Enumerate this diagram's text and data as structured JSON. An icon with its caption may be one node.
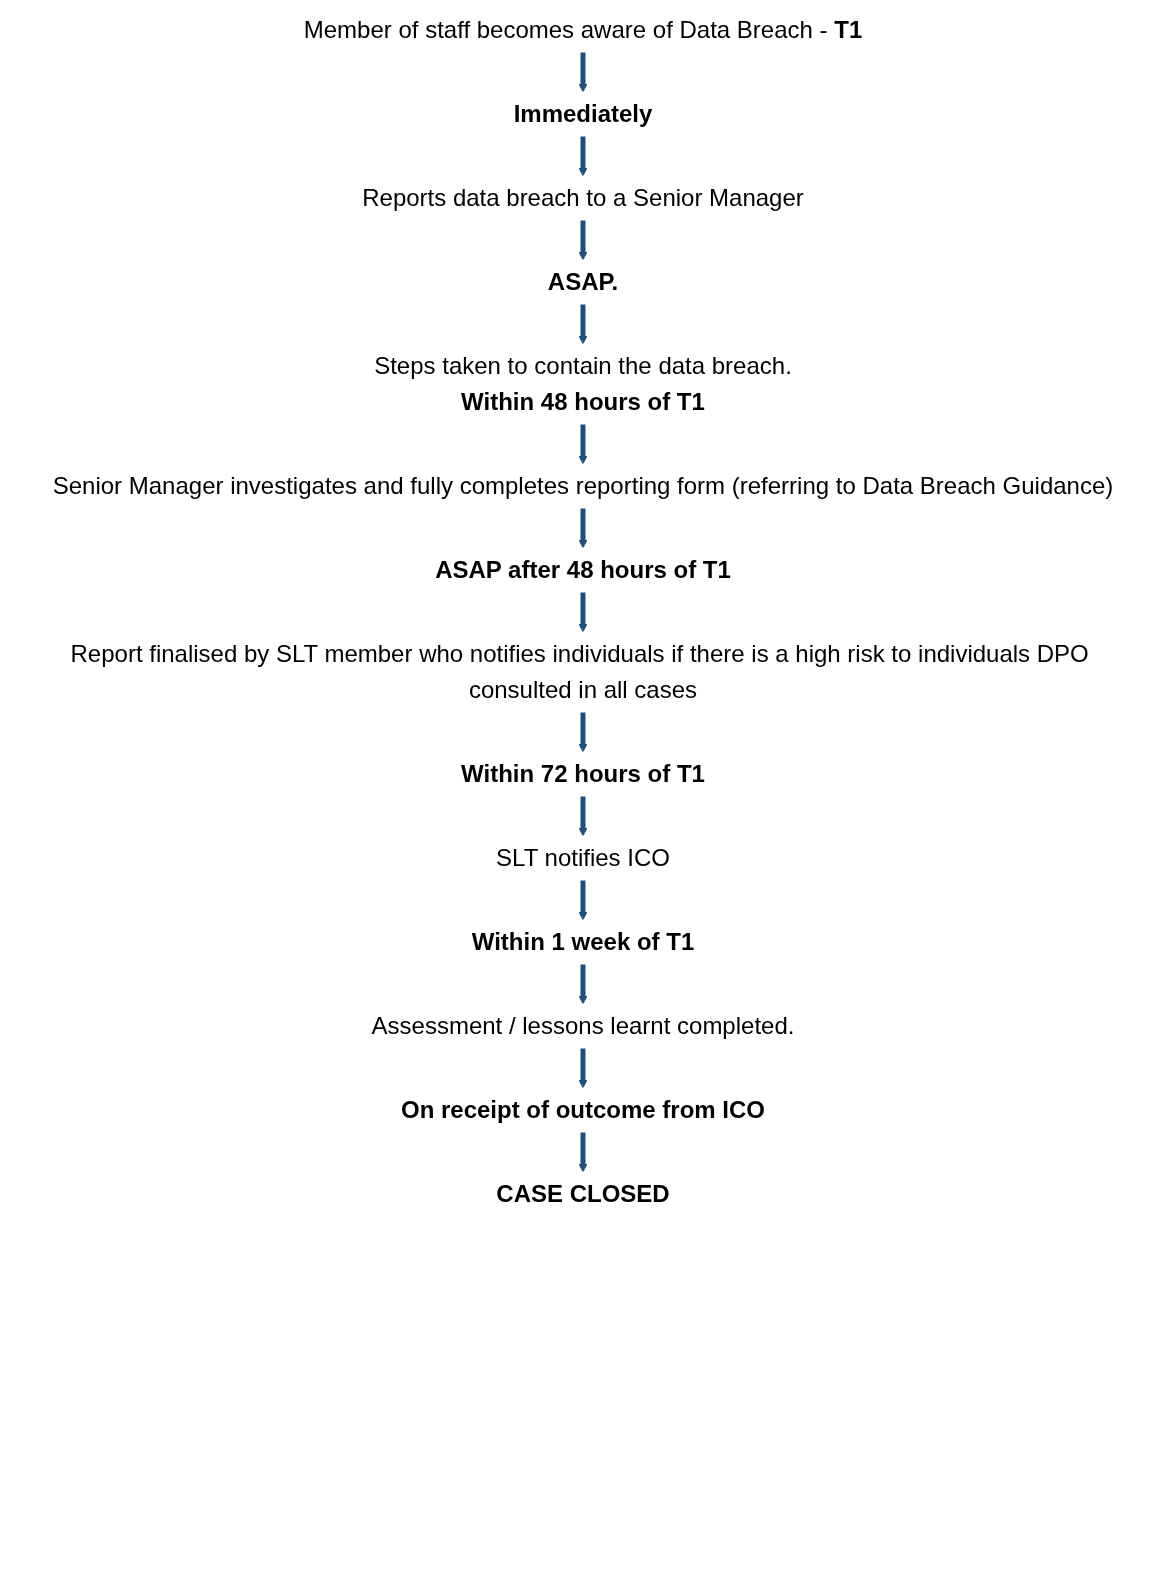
{
  "diagram": {
    "nodes": [
      {
        "text": [
          "Member of staff becomes aware of Data Breach - **T1**"
        ]
      },
      {
        "text": [
          "Immediately"
        ]
      },
      {
        "text": [
          "Reports data breach to a Senior Manager"
        ]
      },
      {
        "text": [
          "ASAP."
        ]
      },
      {
        "text": [
          "Steps taken to contain the data breach.",
          "Within 48 hours of T1"
        ]
      },
      {
        "text": [
          "Senior Manager investigates and fully completes reporting form (referring to Data Breach Guidance)"
        ]
      },
      {
        "text": [
          "ASAP after 48 hours of T1"
        ]
      },
      {
        "text": [
          "Report finalised by SLT member who notifies individuals if there is a high risk to individuals DPO consulted in all cases"
        ]
      },
      {
        "text": [
          "Within 72 hours of T1"
        ]
      },
      {
        "text": [
          "SLT notifies ICO"
        ]
      },
      {
        "text": [
          "Within 1 week of T1"
        ]
      },
      {
        "text": [
          "Assessment / lessons learnt completed."
        ]
      },
      {
        "text": [
          "On receipt of outcome from ICO"
        ]
      },
      {
        "text": [
          "CASE CLOSED"
        ]
      }
    ],
    "edges": [
      {
        "from": 0,
        "to": 1,
        "arrow": "to"
      },
      {
        "from": 1,
        "to": 2,
        "arrow": "to"
      },
      {
        "from": 2,
        "to": 3,
        "arrow": "to"
      },
      {
        "from": 3,
        "to": 4,
        "arrow": "to"
      },
      {
        "from": 4,
        "to": 5,
        "arrow": "to"
      },
      {
        "from": 5,
        "to": 6,
        "arrow": "to"
      },
      {
        "from": 6,
        "to": 7,
        "arrow": "to"
      },
      {
        "from": 7,
        "to": 8,
        "arrow": "to"
      },
      {
        "from": 8,
        "to": 9,
        "arrow": "to"
      },
      {
        "from": 9,
        "to": 10,
        "arrow": "to"
      },
      {
        "from": 10,
        "to": 11,
        "arrow": "to"
      },
      {
        "from": 11,
        "to": 12,
        "arrow": "to"
      },
      {
        "from": 12,
        "to": 13,
        "arrow": "to"
      }
    ]
  }
}
